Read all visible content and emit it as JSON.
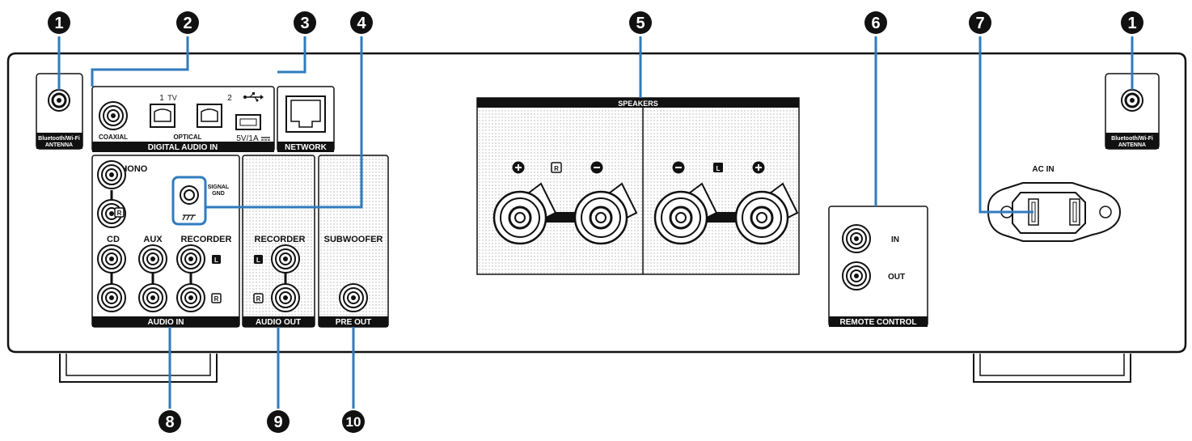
{
  "callouts": {
    "n1": "1",
    "n2": "2",
    "n3": "3",
    "n4": "4",
    "n5": "5",
    "n6": "6",
    "n7": "7",
    "n8": "8",
    "n9": "9",
    "n10": "10"
  },
  "labels": {
    "antenna_line1": "Bluetooth/Wi-Fi",
    "antenna_line2": "ANTENNA",
    "digital_audio_in": "DIGITAL AUDIO IN",
    "coaxial": "COAXIAL",
    "optical": "OPTICAL",
    "opt_1": "1",
    "opt_tv": "TV",
    "opt_2": "2",
    "usb_rating": "5V/1A",
    "network": "NETWORK",
    "phono": "PHONO",
    "signal_gnd_line1": "SIGNAL",
    "signal_gnd_line2": "GND",
    "cd": "CD",
    "aux": "AUX",
    "recorder": "RECORDER",
    "audio_in": "AUDIO IN",
    "audio_out": "AUDIO OUT",
    "subwoofer": "SUBWOOFER",
    "pre_out": "PRE OUT",
    "speakers": "SPEAKERS",
    "remote_control": "REMOTE CONTROL",
    "in": "IN",
    "out": "OUT",
    "ac_in": "AC IN",
    "ch_l": "L",
    "ch_r": "R"
  },
  "colors": {
    "callout_line": "#2f7bbf",
    "badge": "#111111",
    "panel_stroke": "#111111",
    "dot_grid": "#b0b0b0"
  }
}
